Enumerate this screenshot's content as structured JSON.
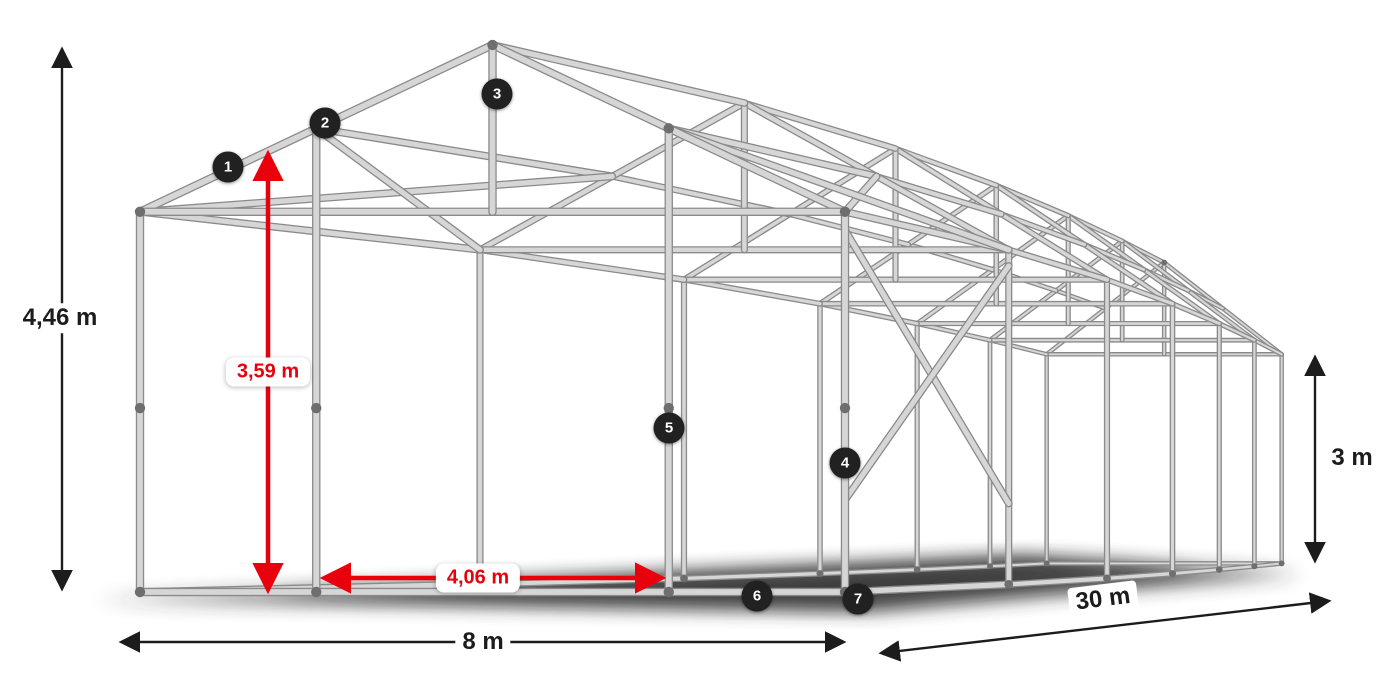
{
  "diagram": {
    "dimensions": {
      "total_height": "4,46 m",
      "inner_height": "3,59 m",
      "inner_width": "4,06 m",
      "side_height": "3 m",
      "width": "8 m",
      "length": "30 m"
    },
    "markers": [
      "1",
      "2",
      "3",
      "4",
      "5",
      "6",
      "7"
    ],
    "colors": {
      "dimension_red": "#e8000d",
      "dimension_black": "#1c1c1c",
      "badge_bg": "#212121",
      "badge_text": "#ffffff",
      "metal_light": "#d6d6d6",
      "metal_dark": "#8a8a8a",
      "joint": "#6e6e6e",
      "shadow": "#2b2b2b",
      "background": "#ffffff"
    }
  }
}
